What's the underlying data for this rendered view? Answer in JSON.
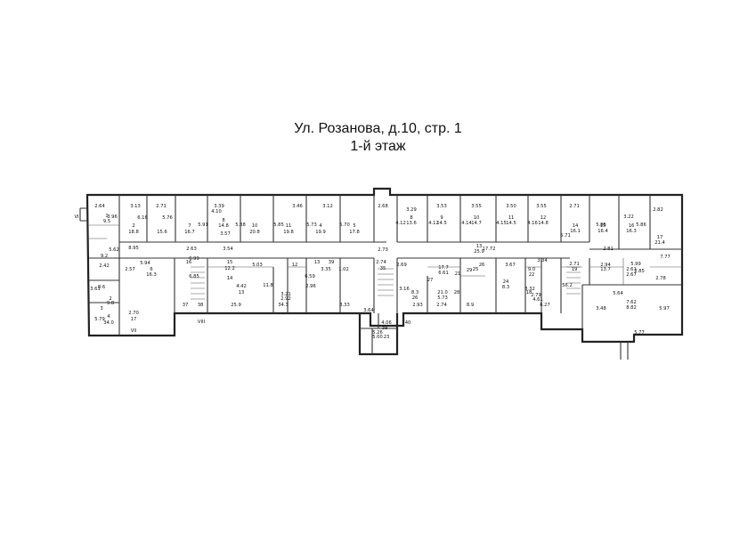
{
  "title": {
    "address": "Ул. Розанова, д.10, стр. 1",
    "floor": "1-й этаж"
  },
  "plan": {
    "labels": [
      "2.64",
      "3.13",
      "2.71",
      "3.39",
      "3.46",
      "3.12",
      "2.68",
      "3.29",
      "3.53",
      "3.55",
      "3.50",
      "3.55",
      "2.71",
      "3.22",
      "2.82",
      "VI",
      "1",
      "9.5",
      "3.96",
      "4.10",
      "6.16",
      "5.76",
      "5.91",
      "5.88",
      "5.85",
      "5.73",
      "5.70",
      "4.12",
      "4.12",
      "4.14",
      "4.15",
      "4.16",
      "5.71",
      "5.85",
      "5.86",
      "2",
      "18.8",
      "15.6",
      "7",
      "16.7",
      "8",
      "14.8",
      "10",
      "20.8",
      "11",
      "19.8",
      "4",
      "19.9",
      "5",
      "17.8",
      "8",
      "13.6",
      "9",
      "14.5",
      "10",
      "14.7",
      "11",
      "14.5",
      "12",
      "14.8",
      "14",
      "16.1",
      "15",
      "16.4",
      "16",
      "16.3",
      "17",
      "21.4",
      "8.95",
      "2.63",
      "3.57",
      "3.54",
      "2.73",
      "17.72",
      "2.81",
      "13",
      "25.9",
      "5.62",
      "9.2",
      "2.42",
      "5.94",
      "16",
      "5.03",
      "3.35",
      "2.74",
      "1.02",
      "2.69",
      "3.67",
      "3.34",
      "2.71",
      "2.94",
      "5.99",
      "7.77",
      "2.57",
      "6",
      "16.3",
      "15",
      "12.2",
      "12",
      "13",
      "39",
      "35",
      "17.7",
      "6.61",
      "27",
      "26",
      "25",
      "21",
      "9.0",
      "22",
      "19",
      "13.7",
      "2.61",
      "2.67",
      "2.78",
      "2.85",
      "6.99",
      "6.85",
      "14",
      "25.9",
      "4.42",
      "13",
      "11.8",
      "3.21",
      "2.92",
      "34.3",
      "6.59",
      "2.96",
      "3.33",
      "3.16",
      "2.93",
      "2.74",
      "28",
      "8.9",
      "29",
      "8.3",
      "26",
      "21.0",
      "5.73",
      "24",
      "8.3",
      "3.32",
      "2.79",
      "4.61",
      "6.27",
      "18",
      "56.2",
      "5.64",
      "7.62",
      "8.82",
      "3.48",
      "5.97",
      "5.77",
      "2",
      "9.8",
      "3",
      "8.6",
      "3.61",
      "4",
      "34.0",
      "5.79",
      "2.70",
      "17",
      "VII",
      "37",
      "38",
      "VIII",
      "3.64",
      "4.06",
      "40",
      "39",
      "5.00",
      "23",
      "5.26"
    ]
  }
}
